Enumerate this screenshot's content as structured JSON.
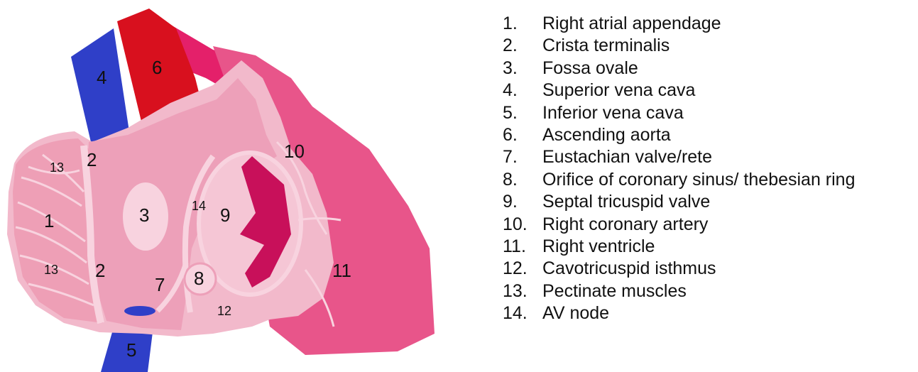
{
  "labels": {
    "l1": "1",
    "l2a": "2",
    "l2b": "2",
    "l3": "3",
    "l4": "4",
    "l5": "5",
    "l6": "6",
    "l7": "7",
    "l8": "8",
    "l9": "9",
    "l10": "10",
    "l11": "11",
    "l12": "12",
    "l13a": "13",
    "l13b": "13",
    "l14": "14"
  },
  "legend": [
    {
      "num": "1.",
      "text": "Right atrial appendage"
    },
    {
      "num": "2.",
      "text": "Crista terminalis"
    },
    {
      "num": "3.",
      "text": "Fossa ovale"
    },
    {
      "num": "4.",
      "text": "Superior vena cava"
    },
    {
      "num": "5.",
      "text": "Inferior vena cava"
    },
    {
      "num": "6.",
      "text": "Ascending aorta"
    },
    {
      "num": "7.",
      "text": "Eustachian valve/rete"
    },
    {
      "num": "8.",
      "text": "Orifice of coronary sinus/ thebesian ring"
    },
    {
      "num": "9.",
      "text": "Septal tricuspid valve"
    },
    {
      "num": "10.",
      "text": "Right coronary artery"
    },
    {
      "num": "11.",
      "text": "Right ventricle"
    },
    {
      "num": "12.",
      "text": "Cavotricuspid isthmus"
    },
    {
      "num": "13.",
      "text": "Pectinate muscles"
    },
    {
      "num": "14.",
      "text": "AV node"
    }
  ],
  "colors": {
    "svc_ivc": "#2f3fc8",
    "aorta": "#d8101e",
    "ventricle": "#e8558a",
    "atrium_outer": "#f2b9cb",
    "atrium_inner": "#eda0b9",
    "light": "#f8d3df",
    "valve_dark": "#c8105a"
  }
}
